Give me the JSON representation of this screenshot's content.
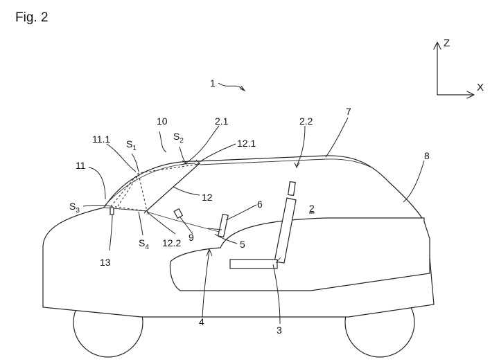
{
  "figure": {
    "caption": "Fig. 2"
  },
  "axes": {
    "z_label": "Z",
    "x_label": "X"
  },
  "refs": {
    "r1": "1",
    "r2": "2",
    "r2_1": "2.1",
    "r2_2": "2.2",
    "r3": "3",
    "r4": "4",
    "r5": "5",
    "r6": "6",
    "r7": "7",
    "r8": "8",
    "r9": "9",
    "r10": "10",
    "r11": "11",
    "r11_1": "11.1",
    "r12": "12",
    "r12_1": "12.1",
    "r12_2": "12.2",
    "r13": "13",
    "s1_main": "S",
    "s1_sub": "1",
    "s2_main": "S",
    "s2_sub": "2",
    "s3_main": "S",
    "s3_sub": "3",
    "s4_main": "S",
    "s4_sub": "4"
  }
}
